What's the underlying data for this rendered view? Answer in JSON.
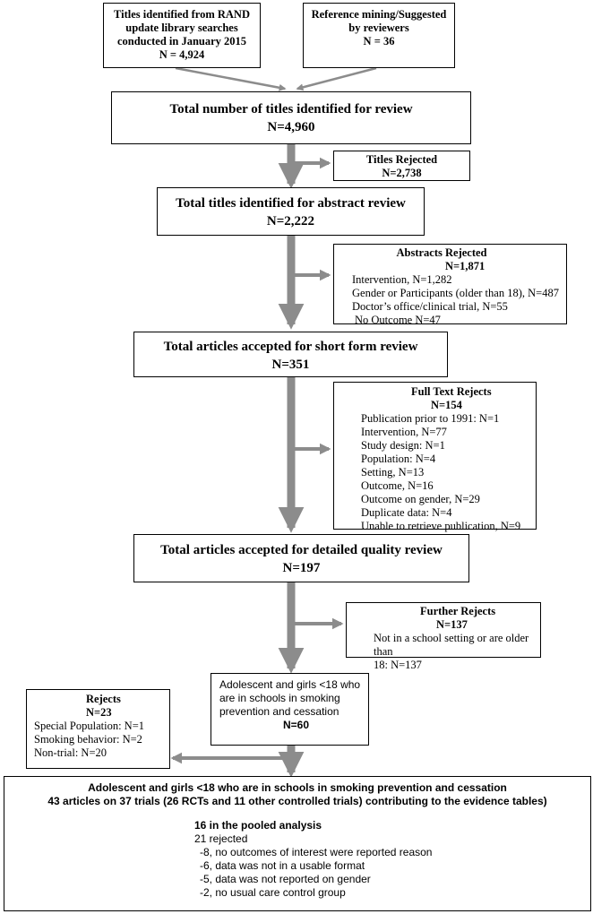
{
  "boxes": {
    "rand": {
      "lines": [
        "Titles identified from RAND",
        "update library searches",
        "conducted in January 2015",
        "N = 4,924"
      ]
    },
    "reference": {
      "lines": [
        "Reference mining/Suggested",
        "by reviewers",
        "N = 36"
      ]
    },
    "total_titles": {
      "title": "Total number of titles identified for review",
      "n": "N=4,960"
    },
    "titles_rejected": {
      "title": "Titles Rejected",
      "n": "N=2,738"
    },
    "abstract_review": {
      "title": "Total titles identified for abstract review",
      "n": "N=2,222"
    },
    "abstracts_rejected": {
      "title": "Abstracts Rejected",
      "n": "N=1,871",
      "items": [
        "Intervention, N=1,282",
        "Gender or Participants (older than 18), N=487",
        "Doctor’s office/clinical trial, N=55",
        "No Outcome  N=47"
      ]
    },
    "short_form": {
      "title": "Total articles accepted for short form review",
      "n": "N=351"
    },
    "full_text_rejects": {
      "title": "Full Text Rejects",
      "n": "N=154",
      "items": [
        "Publication prior to 1991: N=1",
        "Intervention, N=77",
        "Study design: N=1",
        "Population: N=4",
        "Setting, N=13",
        "Outcome, N=16",
        "Outcome on gender, N=29",
        "Duplicate data: N=4",
        "Unable to retrieve publication, N=9"
      ]
    },
    "detailed_quality": {
      "title": "Total articles accepted for detailed quality review",
      "n": "N=197"
    },
    "further_rejects": {
      "title": "Further Rejects",
      "n": "N=137",
      "items": [
        "Not in a school setting or are older than",
        "18: N=137"
      ]
    },
    "adolescent": {
      "lines": [
        "Adolescent and girls <18 who",
        "are in schools in smoking",
        "prevention and cessation"
      ],
      "n": "N=60"
    },
    "rejects": {
      "title": "Rejects",
      "n": "N=23",
      "items": [
        "Special Population: N=1",
        "Smoking behavior: N=2",
        "Non-trial: N=20"
      ]
    },
    "final": {
      "line1": "Adolescent and girls <18 who are in schools in smoking prevention and cessation",
      "line2": "43 articles on 37 trials (26 RCTs and 11 other controlled trials) contributing to the evidence tables)",
      "pooled": "16 in the pooled analysis",
      "rejected": "21 rejected",
      "items": [
        "-8, no outcomes of interest were reported reason",
        "-6, data was not in a usable format",
        "-5, data was not reported on gender",
        "-2, no usual care control group"
      ]
    }
  },
  "colors": {
    "arrow": "#8c8c8c",
    "border": "#000000"
  }
}
